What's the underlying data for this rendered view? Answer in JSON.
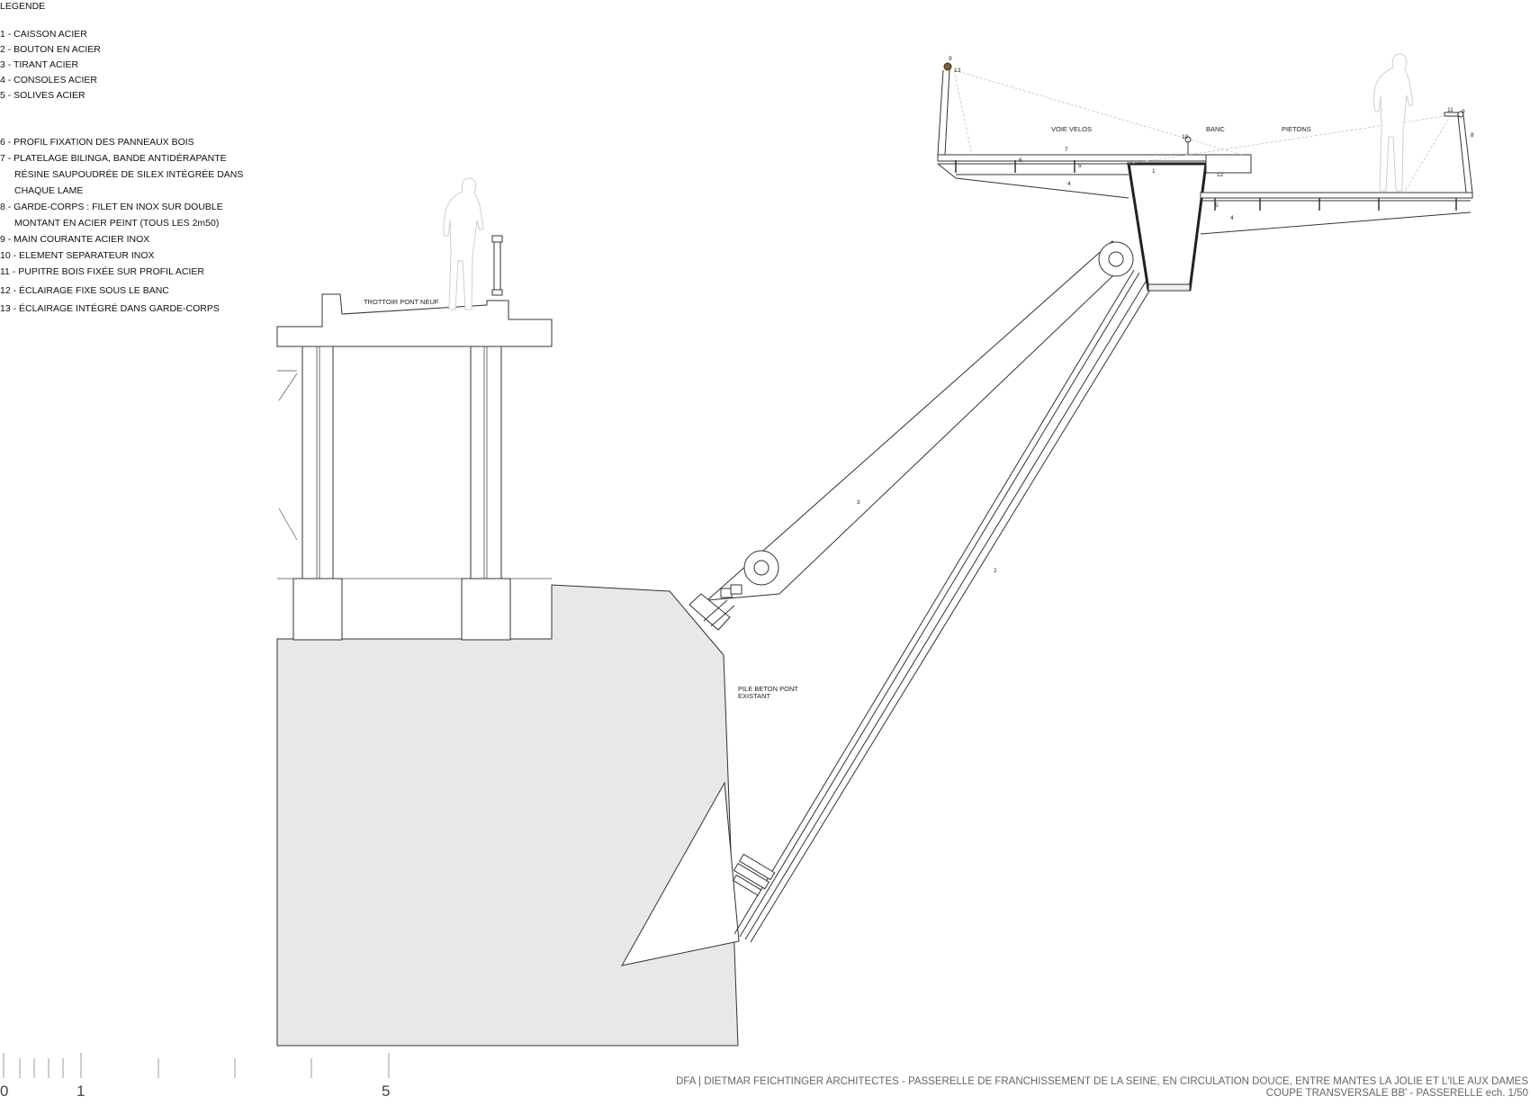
{
  "legend": {
    "title": "LEGENDE",
    "items": [
      "1  - CAISSON ACIER",
      "2  - BOUTON EN ACIER",
      "3  - TIRANT ACIER",
      "4  - CONSOLES ACIER",
      "5  - SOLIVES ACIER",
      "6  - PROFIL FIXATION DES PANNEAUX BOIS",
      "7  - PLATELAGE BILINGA, BANDE ANTIDÉRAPANTE",
      "RÉSINE SAUPOUDRÉE DE SILEX INTÉGRÉE DANS",
      "CHAQUE LAME",
      "8  - GARDE-CORPS : FILET EN INOX SUR DOUBLE",
      "MONTANT EN ACIER PEINT (TOUS LES 2m50)",
      "9 - MAIN COURANTE ACIER INOX",
      "10 - ELEMENT SEPARATEUR INOX",
      "11 - PUPITRE BOIS FIXÉE SUR PROFIL ACIER",
      "12  - ÉCLAIRAGE FIXE SOUS LE BANC",
      "13  - ÉCLAIRAGE INTÉGRÉ DANS GARDE-CORPS"
    ]
  },
  "labels": {
    "trottoir": "TROTTOIR PONT NEUF",
    "voie_velos": "VOIE VELOS",
    "banc": "BANC",
    "pietons": "PIETONS",
    "pile_line1": "PILE BETON PONT",
    "pile_line2": "EXISTANT"
  },
  "callouts": {
    "n1": "1",
    "n2": "2",
    "n3": "3",
    "n4": "4",
    "n5": "5",
    "n6": "6",
    "n7": "7",
    "n8": "8",
    "n9": "9",
    "n10": "10",
    "n11": "11",
    "n12": "12",
    "n13": "13"
  },
  "scale": {
    "zero": "0",
    "one": "1",
    "five": "5"
  },
  "title_block": {
    "line1": "DFA | DIETMAR FEICHTINGER ARCHITECTES - PASSERELLE DE FRANCHISSEMENT DE LA SEINE, EN CIRCULATION DOUCE, ENTRE MANTES LA JOLIE ET L'ILE AUX DAMES",
    "line2": "COUPE TRANSVERSALE BB' - PASSERELLE ech. 1/50"
  },
  "colors": {
    "line": "#222222",
    "concrete": "#e8e8e8",
    "ghost": "#cfcfcf",
    "lamp": "#8a5a2b"
  }
}
